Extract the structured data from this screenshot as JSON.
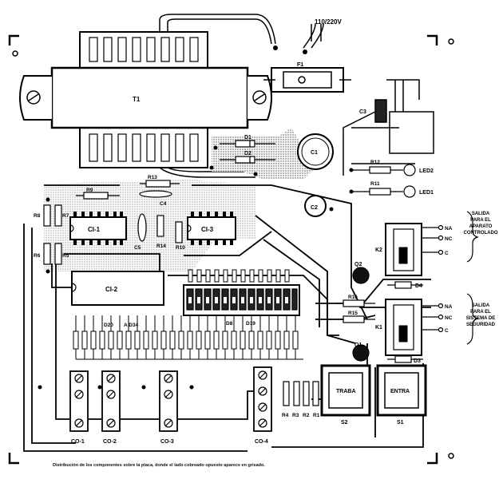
{
  "labels": {
    "mains": "110/220V",
    "f1": "F1",
    "t1": "T1",
    "c3": "C3",
    "d1": "D1",
    "d2": "D2",
    "c1": "C1",
    "c2": "C2",
    "r12": "R12",
    "r11": "R11",
    "led2": "LED2",
    "led1": "LED1",
    "r13": "R13",
    "r9": "R9",
    "c4": "C4",
    "r8": "R8",
    "r7": "R7",
    "r6": "R6",
    "r5": "R5",
    "ci1": "CI-1",
    "ci3": "CI-3",
    "ci2": "CI-2",
    "c5": "C5",
    "r14": "R14",
    "r10": "R10",
    "k2": "K2",
    "k1": "K1",
    "na1": "NA",
    "nc1": "NC",
    "c_1": "C",
    "na2": "NA",
    "nc2": "NC",
    "c_2": "C",
    "q2": "Q2",
    "q1": "Q1",
    "r16": "R16",
    "r15": "R15",
    "d4": "D4",
    "d3": "D3",
    "d20": "D20",
    "d34": "A D34",
    "d8": "D8",
    "d19": "D19",
    "s2": "S2",
    "s1": "S1",
    "traba": "TRABA",
    "entra": "ENTRA",
    "co1": "CO-1",
    "co2": "CO-2",
    "co3": "CO-3",
    "co4": "CO-4",
    "r4": "R4",
    "r3": "R3",
    "r2": "R2",
    "r1": "R1",
    "salida_ctrl": [
      "SALIDA",
      "PARA EL",
      "APARATO",
      "CONTROLADO"
    ],
    "salida_seg": [
      "SALIDA",
      "PARA EL",
      "SISTEMA DE",
      "SEGURIDAD"
    ]
  },
  "caption": "Distribución de los componentes sobre la placa, donde el lado cobreado opuesto aparece en grisado."
}
